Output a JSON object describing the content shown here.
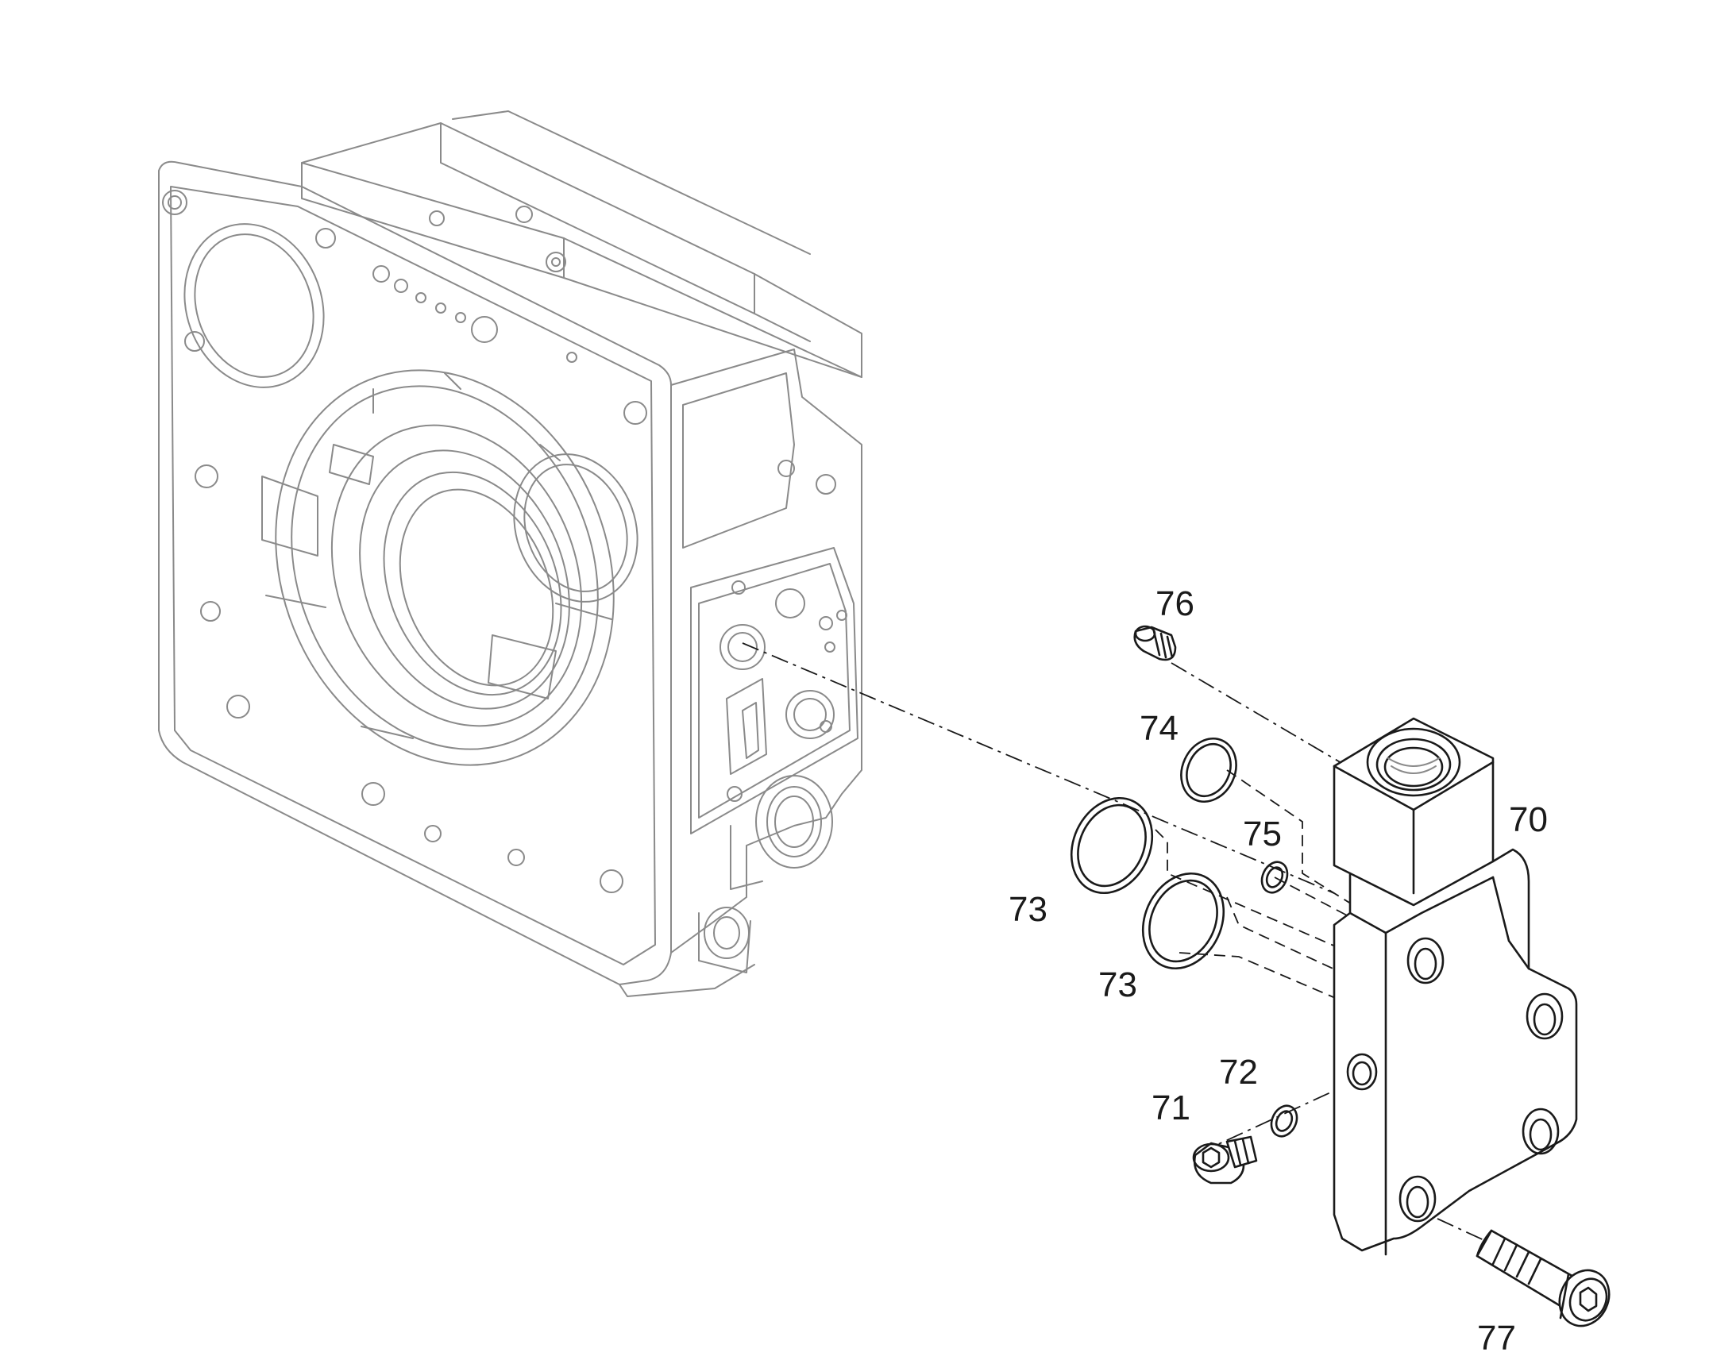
{
  "labels": {
    "p70": "70",
    "p71": "71",
    "p72": "72",
    "p73a": "73",
    "p73b": "73",
    "p74": "74",
    "p75": "75",
    "p76": "76",
    "p77": "77"
  },
  "colors": {
    "housing_line": "#8a8a8a",
    "part_line": "#1a1a1a",
    "background": "#ffffff"
  }
}
